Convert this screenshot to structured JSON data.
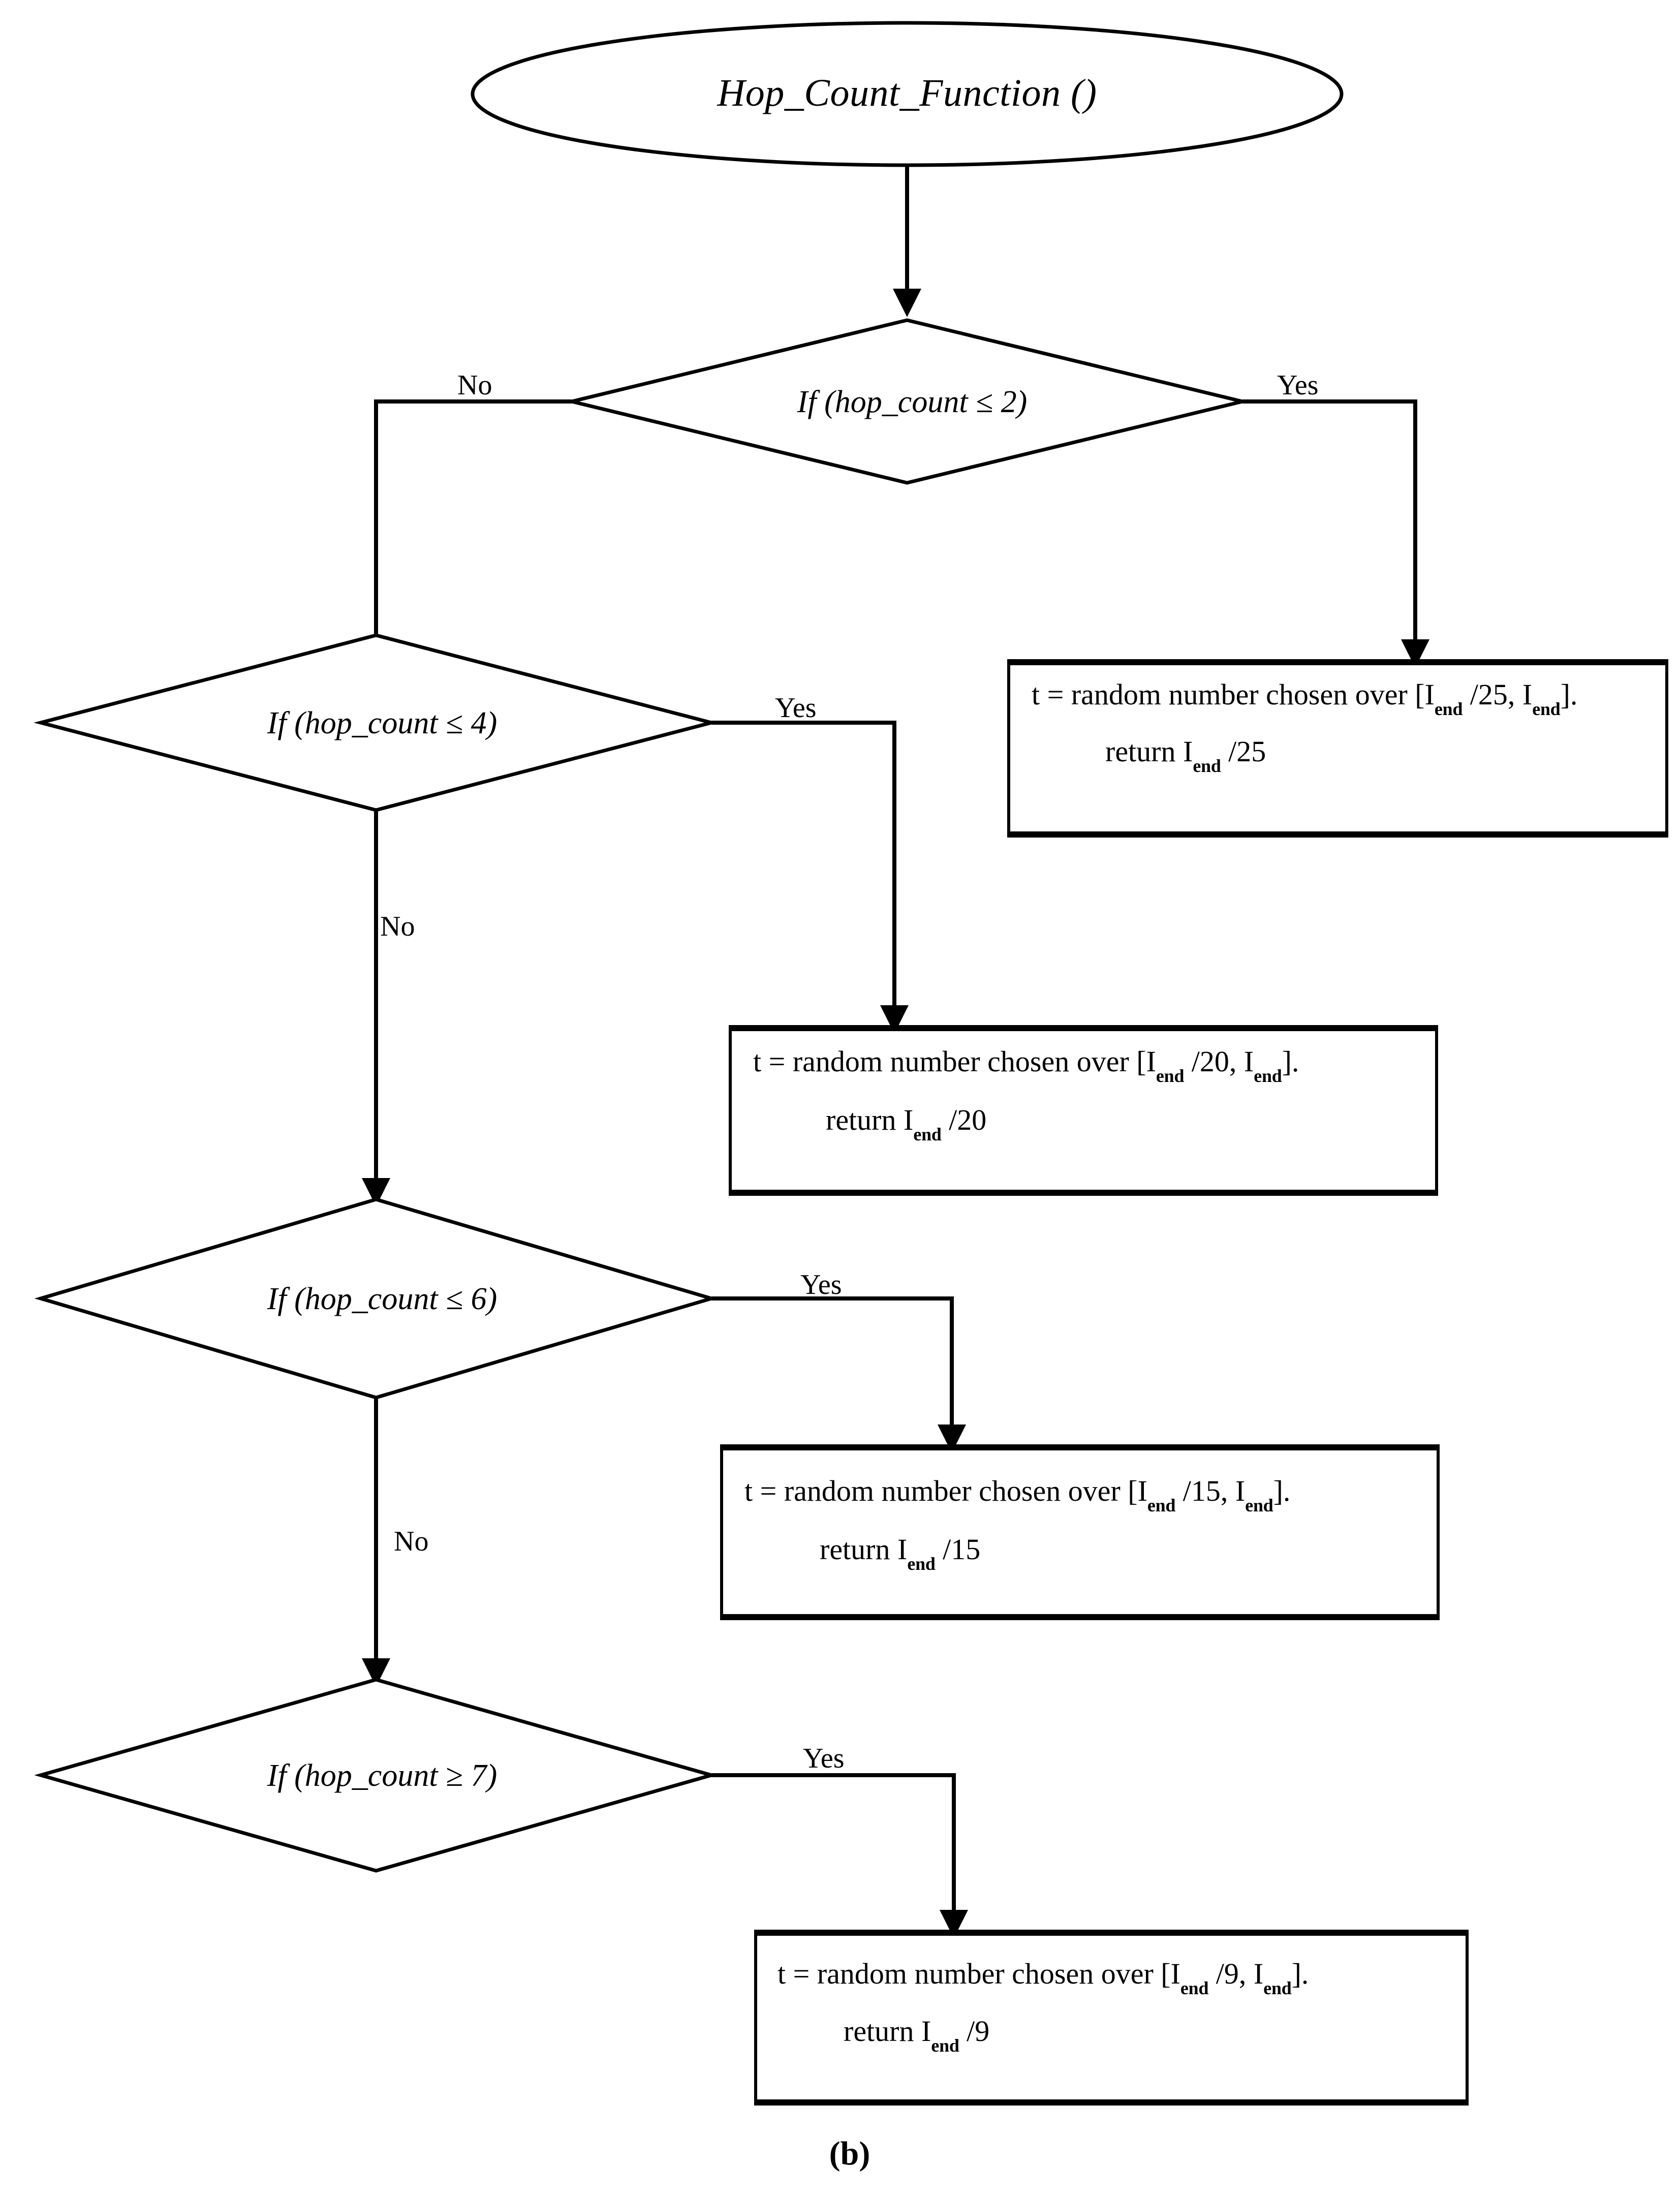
{
  "figure": {
    "caption": "(b)",
    "title": "Hop_Count_Function ()"
  },
  "start_node": {
    "label": "Hop_Count_Function ()",
    "shape": "ellipse"
  },
  "decisions": [
    {
      "id": "d1",
      "label": "If (hop_count ≤ 2)",
      "yes_label": "Yes",
      "no_label": "No",
      "yes_target": "p1",
      "no_target": "d2"
    },
    {
      "id": "d2",
      "label": "If (hop_count ≤ 4)",
      "yes_label": "Yes",
      "no_label": "No",
      "yes_target": "p2",
      "no_target": "d3"
    },
    {
      "id": "d3",
      "label": "If (hop_count ≤ 6)",
      "yes_label": "Yes",
      "no_label": "No",
      "yes_target": "p3",
      "no_target": "d4"
    },
    {
      "id": "d4",
      "label": "If (hop_count ≥ 7)",
      "yes_label": "Yes",
      "no_label": "",
      "yes_target": "p4",
      "no_target": ""
    }
  ],
  "processes": [
    {
      "id": "p1",
      "line1_pre": "t = random number chosen over [I",
      "line1_sub": "end",
      "line1_mid": " /25, I",
      "line1_sub2": "end",
      "line1_post": "].",
      "line2_pre": "return I",
      "line2_sub": "end",
      "line2_post": " /25",
      "divisor": "25"
    },
    {
      "id": "p2",
      "line1_pre": "t = random number chosen over [I",
      "line1_sub": "end",
      "line1_mid": " /20, I",
      "line1_sub2": "end",
      "line1_post": "].",
      "line2_pre": "return I",
      "line2_sub": "end",
      "line2_post": " /20",
      "divisor": "20"
    },
    {
      "id": "p3",
      "line1_pre": "t = random number chosen over [I",
      "line1_sub": "end",
      "line1_mid": " /15, I",
      "line1_sub2": "end",
      "line1_post": "].",
      "line2_pre": "return I",
      "line2_sub": "end",
      "line2_post": " /15",
      "divisor": "15"
    },
    {
      "id": "p4",
      "line1_pre": "t = random number chosen over [I",
      "line1_sub": "end",
      "line1_mid": " /9, I",
      "line1_sub2": "end",
      "line1_post": "].",
      "line2_pre": "return I",
      "line2_sub": "end",
      "line2_post": " /9",
      "divisor": "9"
    }
  ],
  "colors": {
    "stroke": "#000000",
    "fill": "#ffffff",
    "background": "#ffffff"
  }
}
